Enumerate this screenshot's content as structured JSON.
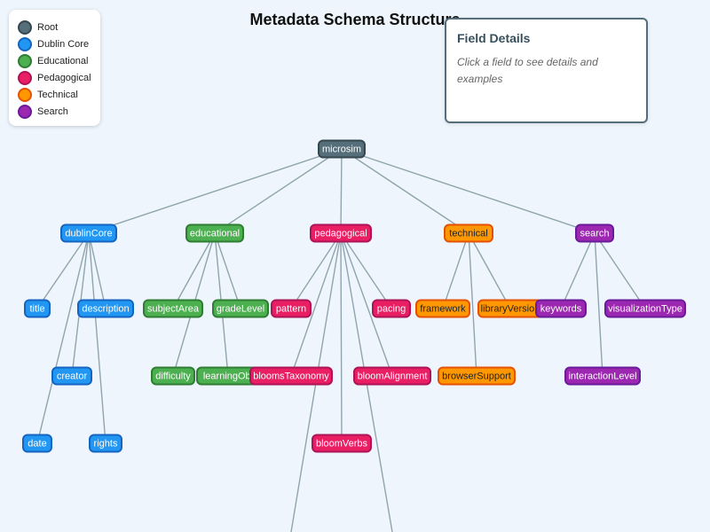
{
  "title": "Metadata Schema Structure",
  "legend": [
    {
      "label": "Root",
      "fill": "#546e7a",
      "stroke": "#37474f"
    },
    {
      "label": "Dublin Core",
      "fill": "#2196f3",
      "stroke": "#1565c0"
    },
    {
      "label": "Educational",
      "fill": "#4caf50",
      "stroke": "#2e7d32"
    },
    {
      "label": "Pedagogical",
      "fill": "#e91e63",
      "stroke": "#ad1457"
    },
    {
      "label": "Technical",
      "fill": "#ff9800",
      "stroke": "#e65100"
    },
    {
      "label": "Search",
      "fill": "#9c27b0",
      "stroke": "#6a1b9a"
    }
  ],
  "details": {
    "heading": "Field Details",
    "text": "Click a field to see details and examples"
  },
  "tree": {
    "label": "microsim",
    "category": "Root",
    "children": [
      {
        "label": "dublinCore",
        "category": "Dublin Core",
        "children": [
          {
            "label": "title",
            "category": "Dublin Core"
          },
          {
            "label": "description",
            "category": "Dublin Core"
          },
          {
            "label": "creator",
            "category": "Dublin Core"
          },
          {
            "label": "date",
            "category": "Dublin Core"
          },
          {
            "label": "rights",
            "category": "Dublin Core"
          }
        ]
      },
      {
        "label": "educational",
        "category": "Educational",
        "children": [
          {
            "label": "subjectArea",
            "category": "Educational"
          },
          {
            "label": "gradeLevel",
            "category": "Educational"
          },
          {
            "label": "difficulty",
            "category": "Educational"
          },
          {
            "label": "learningObj",
            "category": "Educational"
          }
        ]
      },
      {
        "label": "pedagogical",
        "category": "Pedagogical",
        "children": [
          {
            "label": "pattern",
            "category": "Pedagogical"
          },
          {
            "label": "pacing",
            "category": "Pedagogical"
          },
          {
            "label": "bloomsTaxonomy",
            "category": "Pedagogical"
          },
          {
            "label": "bloomAlignment",
            "category": "Pedagogical"
          },
          {
            "label": "bloomVerbs",
            "category": "Pedagogical"
          },
          {
            "label": "",
            "category": "Pedagogical"
          },
          {
            "label": "",
            "category": "Pedagogical"
          }
        ]
      },
      {
        "label": "technical",
        "category": "Technical",
        "children": [
          {
            "label": "framework",
            "category": "Technical"
          },
          {
            "label": "libraryVersion",
            "category": "Technical"
          },
          {
            "label": "browserSupport",
            "category": "Technical"
          }
        ]
      },
      {
        "label": "search",
        "category": "Search",
        "children": [
          {
            "label": "keywords",
            "category": "Search"
          },
          {
            "label": "visualizationType",
            "category": "Search"
          },
          {
            "label": "interactionLevel",
            "category": "Search"
          }
        ]
      }
    ]
  }
}
